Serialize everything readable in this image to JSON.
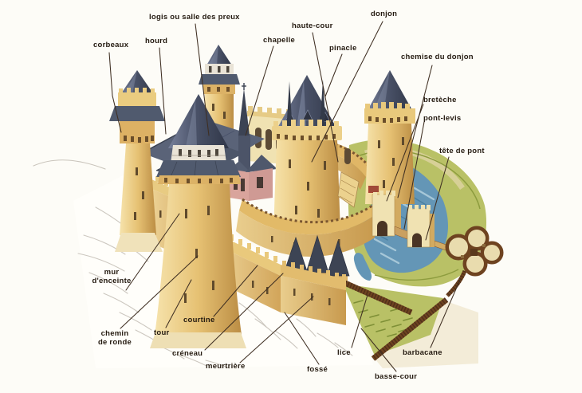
{
  "labels": [
    {
      "id": "corbeaux",
      "text": "corbeaux"
    },
    {
      "id": "hourd",
      "text": "hourd"
    },
    {
      "id": "logis",
      "text": "logis ou salle des preux"
    },
    {
      "id": "chapelle",
      "text": "chapelle"
    },
    {
      "id": "haute-cour",
      "text": "haute-cour"
    },
    {
      "id": "donjon",
      "text": "donjon"
    },
    {
      "id": "pinacle",
      "text": "pinacle"
    },
    {
      "id": "chemise-du-donjon",
      "text": "chemise du donjon"
    },
    {
      "id": "breteche",
      "text": "bretèche"
    },
    {
      "id": "pont-levis",
      "text": "pont-levis"
    },
    {
      "id": "tete-de-pont",
      "text": "tête de pont"
    },
    {
      "id": "mur-denceinte",
      "text": "mur\nd'enceinte"
    },
    {
      "id": "chemin-de-ronde",
      "text": "chemin\nde ronde"
    },
    {
      "id": "tour",
      "text": "tour"
    },
    {
      "id": "courtine",
      "text": "courtine"
    },
    {
      "id": "creneau",
      "text": "créneau"
    },
    {
      "id": "meurtriere",
      "text": "meurtrière"
    },
    {
      "id": "fosse",
      "text": "fossé"
    },
    {
      "id": "lice",
      "text": "lice"
    },
    {
      "id": "barbacane",
      "text": "barbacane"
    },
    {
      "id": "basse-cour",
      "text": "basse-cour"
    }
  ],
  "colors": {
    "background": "#fdfcf7",
    "label_text": "#241a10",
    "leader_line": "#3f2f22",
    "wall_tan": "#e3bc6e",
    "wall_light": "#f4e0a6",
    "wall_shadow": "#bb8d44",
    "roof_slate": "#46506a",
    "roof_dark": "#303748",
    "moat_blue": "#6496b6",
    "grass_green": "#b9c166",
    "palisade_brown": "#6e4320",
    "chapel_pink": "#d9a49c",
    "accent_red": "#a84434",
    "rock_sketch": "#ccc7bf"
  }
}
